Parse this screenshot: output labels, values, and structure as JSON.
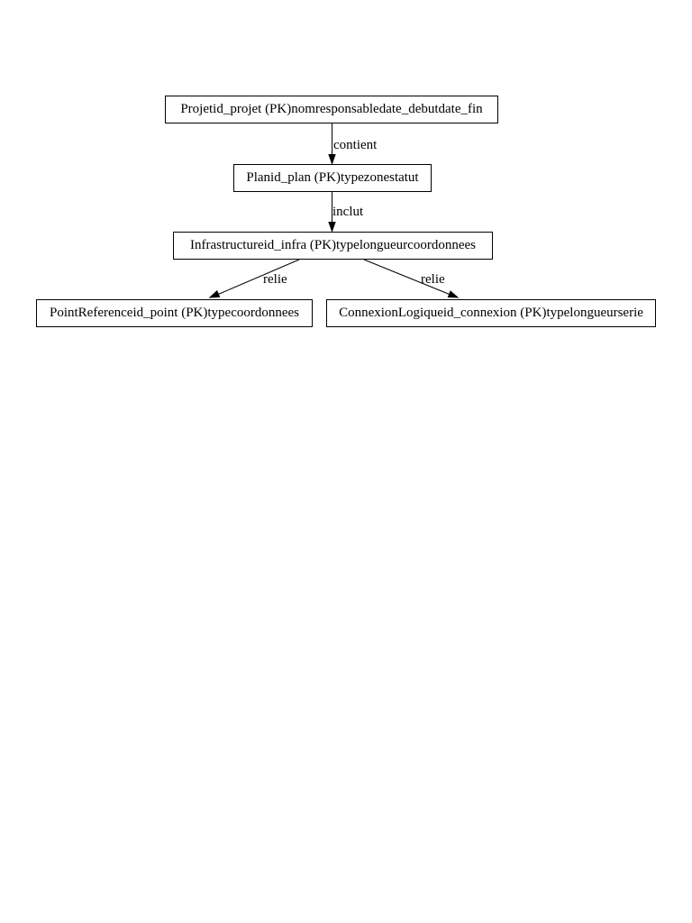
{
  "page": {
    "background_color": "#ffffff"
  },
  "diagram": {
    "type": "entity-relationship-graph",
    "colors": {
      "node_border": "#000000",
      "node_fill": "#ffffff",
      "edge_stroke": "#000000",
      "text": "#000000"
    },
    "nodes": [
      {
        "label": "Projetid_projet (PK)nomresponsabledate_debutdate_fin"
      },
      {
        "label": "Planid_plan (PK)typezonestatut"
      },
      {
        "label": "Infrastructureid_infra (PK)typelongueurcoordonnees"
      },
      {
        "label": "PointReferenceid_point (PK)typecoordonnees"
      },
      {
        "label": "ConnexionLogiqueid_connexion (PK)typelongueurserie"
      }
    ],
    "edges": [
      {
        "from_node": 0,
        "to_node": 1,
        "label": "contient"
      },
      {
        "from_node": 1,
        "to_node": 2,
        "label": "inclut"
      },
      {
        "from_node": 2,
        "to_node": 3,
        "label": "relie"
      },
      {
        "from_node": 2,
        "to_node": 4,
        "label": "relie"
      }
    ]
  }
}
